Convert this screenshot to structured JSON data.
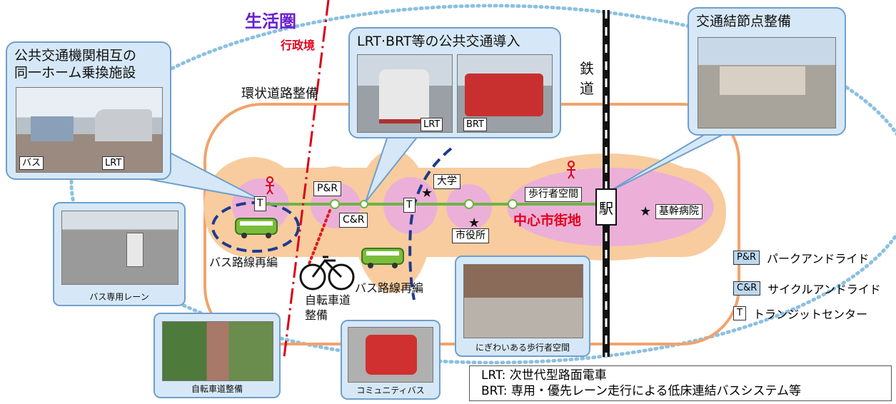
{
  "labels": {
    "seikatsuken": "生活圏",
    "gyoseikyo": "行政境",
    "kanjo_doro": "環状道路整備",
    "tetsudo": "鉄\n道",
    "eki": "駅",
    "chushin": "中心市街地",
    "hokosha": "歩行者空間",
    "kikan_byoin": "基幹病院",
    "daigaku": "大学",
    "shiyakusho": "市役所",
    "pr": "P&R",
    "cr": "C&R",
    "t1": "T",
    "t2": "T",
    "bus_saihen1": "バス路線再編",
    "bus_saihen2": "バス路線再編",
    "jitensha": "自転車道\n整備"
  },
  "callouts": {
    "platform": {
      "title": "公共交通機関相互の\n同一ホーム乗換施設",
      "tag_bus": "バス",
      "tag_lrt": "LRT"
    },
    "lrtbrt": {
      "title": "LRT·BRT等の公共交通導入",
      "tag_lrt": "LRT",
      "tag_brt": "BRT"
    },
    "node": {
      "title": "交通結節点整備"
    }
  },
  "thumbs": {
    "bus_lane": "バス専用レーン",
    "bike_road": "自転車道整備",
    "community_bus": "コミュニティバス",
    "pedestrian": "にぎわいある歩行者空間"
  },
  "legend": [
    {
      "key": "P&R",
      "text": "パークアンドライド"
    },
    {
      "key": "C&R",
      "text": "サイクルアンドライド"
    },
    {
      "key": "T",
      "text": "トランジットセンター"
    }
  ],
  "notes": {
    "lrt": "LRT: 次世代型路面電車",
    "brt": "BRT: 専用・優先レーン走行による低床連結バスシステム等"
  },
  "colors": {
    "orange_zone": "#f8cc9e",
    "pink_zone": "#ecb0d8",
    "green_line": "#6cb444",
    "callout_bg": "#d6e8f7",
    "callout_border": "#6f9fcb",
    "red_text": "#e2001a",
    "purple_text": "#6a1fd0"
  }
}
